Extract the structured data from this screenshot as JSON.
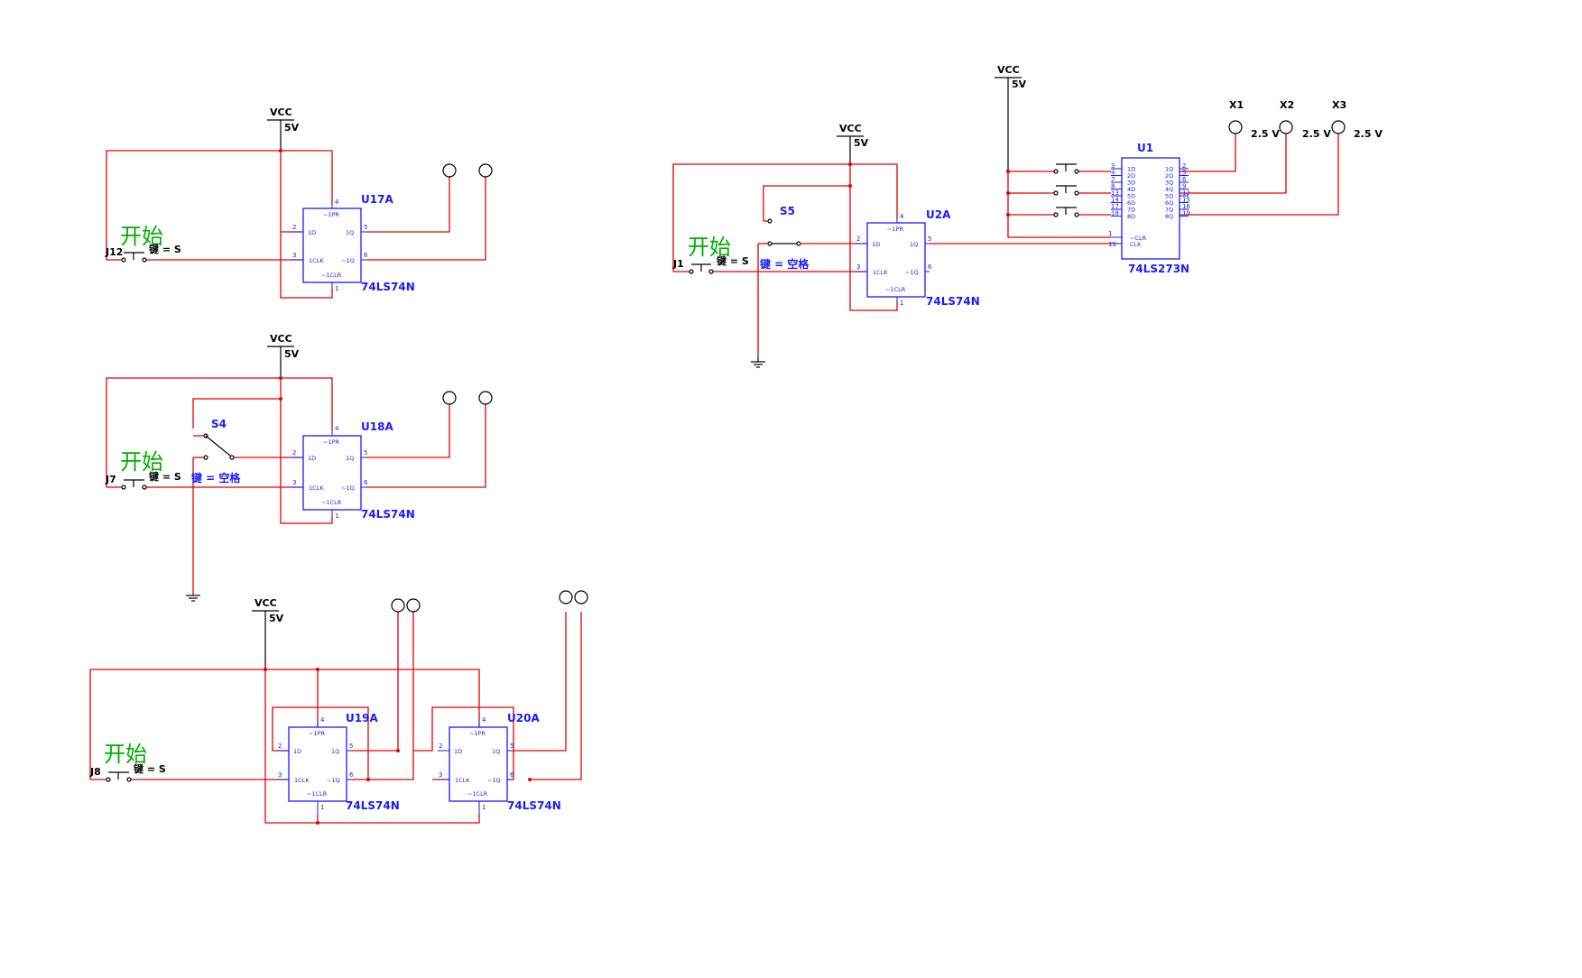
{
  "colors": {
    "wire": "#e60000",
    "component": "#1a1aff",
    "text": "#000000",
    "start_label": "#00b000"
  },
  "circuit1": {
    "vcc_label": "VCC",
    "vcc_value": "5V",
    "chip_ref": "U17A",
    "chip_model": "74LS74N",
    "switch_ref": "J12",
    "key_label": "键 = S",
    "start_label": "开始"
  },
  "circuit2": {
    "vcc_label": "VCC",
    "vcc_value": "5V",
    "chip_ref": "U18A",
    "chip_model": "74LS74N",
    "switch_ref": "J7",
    "key_label": "键 = S",
    "start_label": "开始",
    "spdt_ref": "S4",
    "spdt_key": "键 = 空格"
  },
  "circuit3": {
    "vcc_label": "VCC",
    "vcc_value": "5V",
    "chip1_ref": "U19A",
    "chip1_model": "74LS74N",
    "chip2_ref": "U20A",
    "chip2_model": "74LS74N",
    "switch_ref": "J8",
    "key_label": "键 = S",
    "start_label": "开始"
  },
  "circuit4": {
    "vcc1_label": "VCC",
    "vcc1_value": "5V",
    "vcc2_label": "VCC",
    "vcc2_value": "5V",
    "chip_ref": "U2A",
    "chip_model": "74LS74N",
    "reg_ref": "U1",
    "reg_model": "74LS273N",
    "switch_ref": "J1",
    "key_label": "键 = S",
    "start_label": "开始",
    "spdt_ref": "S5",
    "spdt_key": "键 = 空格",
    "probes": [
      {
        "ref": "X1",
        "value": "2.5 V"
      },
      {
        "ref": "X2",
        "value": "2.5 V"
      },
      {
        "ref": "X3",
        "value": "2.5 V"
      }
    ]
  },
  "ff_pins": {
    "pr": "~1PR",
    "d": "1D",
    "q": "1Q",
    "clk": "1CLK",
    "qn": "~1Q",
    "clr": "~1CLR"
  },
  "ff_pin_numbers": {
    "pr": "4",
    "d": "2",
    "q": "5",
    "clk": "3",
    "qn": "6",
    "clr": "1"
  },
  "reg_pins": {
    "left": [
      "1D",
      "2D",
      "3D",
      "4D",
      "5D",
      "6D",
      "7D",
      "8D"
    ],
    "right": [
      "1Q",
      "2Q",
      "3Q",
      "4Q",
      "5Q",
      "6Q",
      "7Q",
      "8Q"
    ],
    "clr": "~CLR",
    "clk": "CLK",
    "left_numbers": [
      "3",
      "4",
      "7",
      "8",
      "13",
      "14",
      "17",
      "18"
    ],
    "right_numbers": [
      "2",
      "5",
      "6",
      "9",
      "12",
      "15",
      "16",
      "19"
    ],
    "clr_number": "1",
    "clk_number": "11"
  }
}
